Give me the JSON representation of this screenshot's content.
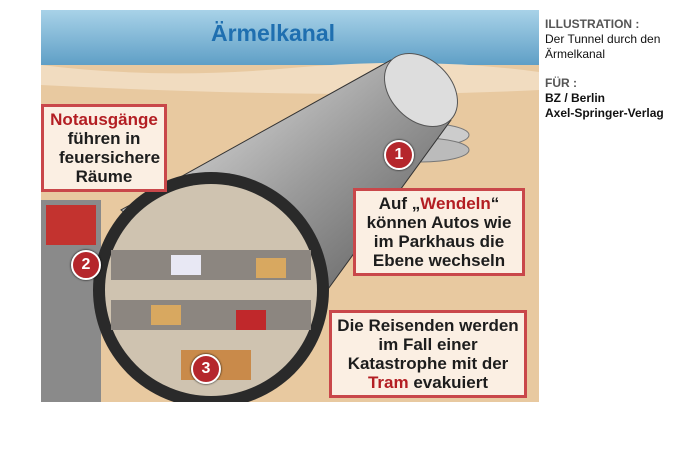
{
  "illustration": {
    "title": "Ärmelkanal",
    "callouts": [
      {
        "id": "notausgaenge",
        "highlight": "Notausgänge",
        "text": "führen in feuersichere Räume"
      },
      {
        "id": "wendeln",
        "number": "1",
        "prefix": "Auf „",
        "highlight": "Wendeln",
        "suffix": "“",
        "text": "können Autos wie im Parkhaus die Ebene wechseln"
      },
      {
        "id": "tram",
        "number": "3",
        "text": "Die Reisenden werden im Fall einer Katastrophe mit der",
        "highlight": "Tram",
        "suffix": "evakuiert"
      }
    ],
    "markers": [
      "1",
      "2",
      "3"
    ],
    "colors": {
      "accent": "#b5272c",
      "title": "#1f6fb0",
      "sand": "#e8c9a0",
      "sea": "#7fb7d8"
    }
  },
  "credits": {
    "illustration_label": "ILLUSTRATION :",
    "illustration_line1": "Der Tunnel durch den",
    "illustration_line2": "Ärmelkanal",
    "for_label": "FÜR :",
    "client_line1": "BZ / Berlin",
    "client_line2": "Axel-Springer-Verlag"
  }
}
